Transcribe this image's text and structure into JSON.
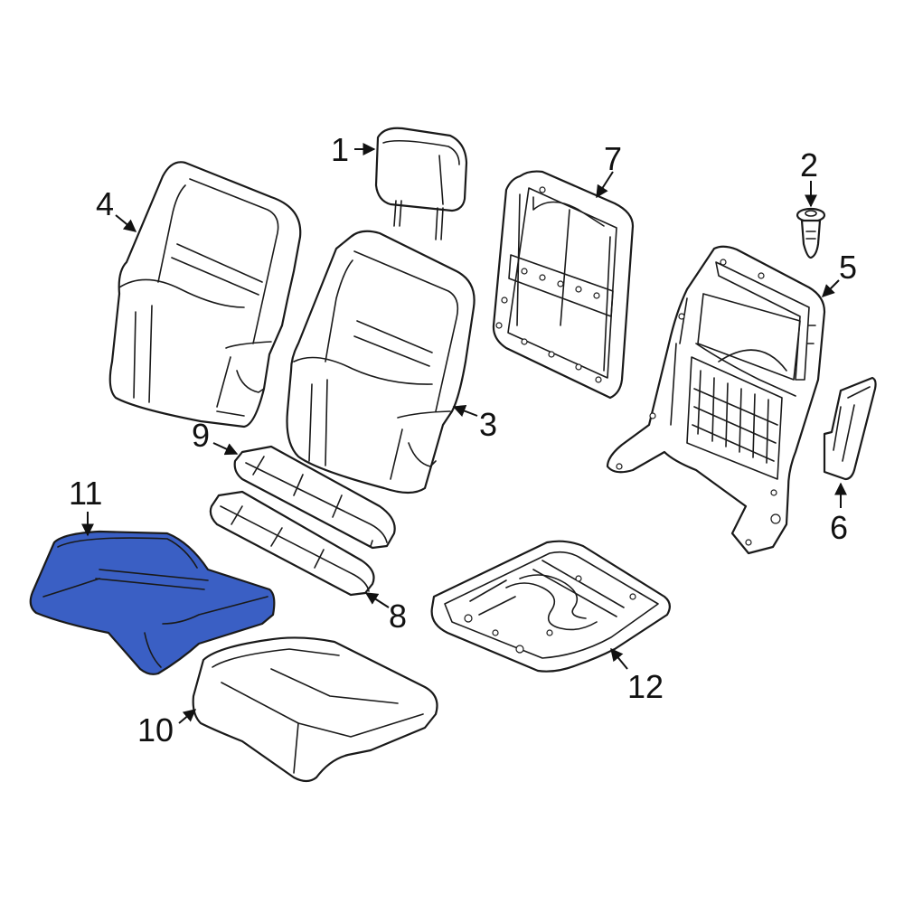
{
  "colors": {
    "highlight": "#3a5fc4",
    "line": "#1a1a1a",
    "background": "#ffffff"
  },
  "callouts": [
    {
      "id": "1",
      "label": "1"
    },
    {
      "id": "2",
      "label": "2"
    },
    {
      "id": "3",
      "label": "3"
    },
    {
      "id": "4",
      "label": "4"
    },
    {
      "id": "5",
      "label": "5"
    },
    {
      "id": "6",
      "label": "6"
    },
    {
      "id": "7",
      "label": "7"
    },
    {
      "id": "8",
      "label": "8"
    },
    {
      "id": "9",
      "label": "9"
    },
    {
      "id": "10",
      "label": "10"
    },
    {
      "id": "11",
      "label": "11"
    },
    {
      "id": "12",
      "label": "12"
    }
  ],
  "highlighted_part": "11"
}
